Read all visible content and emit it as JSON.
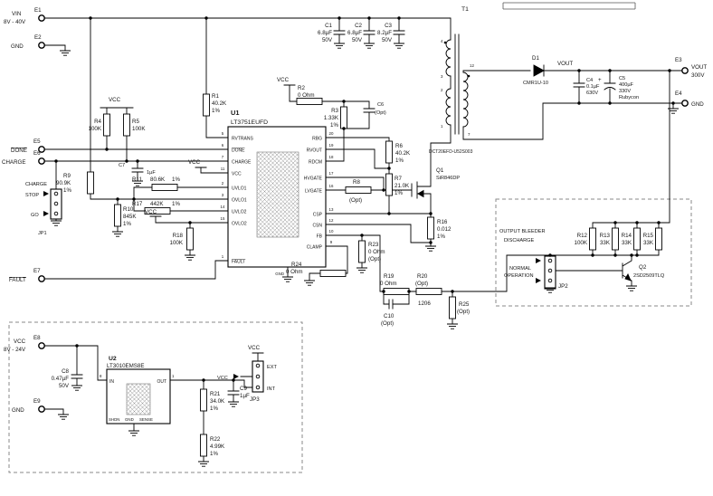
{
  "terminals": {
    "e1": {
      "ref": "E1",
      "name": "VIN",
      "value": "8V - 40V"
    },
    "e2": {
      "ref": "E2",
      "name": "GND"
    },
    "e3": {
      "ref": "E3",
      "name": "VOUT",
      "value": "300V"
    },
    "e4": {
      "ref": "E4",
      "name": "GND"
    },
    "e5": {
      "ref": "E5",
      "name": "DONE"
    },
    "e6": {
      "ref": "E6",
      "name": "CHARGE"
    },
    "e7": {
      "ref": "E7",
      "name": "FAULT"
    },
    "e8": {
      "ref": "E8",
      "name": "VCC",
      "value": "8V - 24V"
    },
    "e9": {
      "ref": "E9",
      "name": "GND"
    }
  },
  "nets": {
    "vcc": "VCC",
    "vout": "VOUT"
  },
  "u1": {
    "ref": "U1",
    "part": "LT3751EUFD",
    "gnd": "GND",
    "pins_left": [
      {
        "num": "5",
        "name": "RVTRANS"
      },
      {
        "num": "6",
        "name": "DONE"
      },
      {
        "num": "7",
        "name": "CHARGE"
      },
      {
        "num": "11",
        "name": "VCC"
      },
      {
        "num": "2",
        "name": "UVLO1"
      },
      {
        "num": "3",
        "name": "OVLO1"
      },
      {
        "num": "14",
        "name": "UVLO2"
      },
      {
        "num": "15",
        "name": "OVLO2"
      },
      {
        "num": "1",
        "name": "FAULT"
      }
    ],
    "pins_right": [
      {
        "num": "20",
        "name": "RBG"
      },
      {
        "num": "19",
        "name": "RVOUT"
      },
      {
        "num": "18",
        "name": "RDCM"
      },
      {
        "num": "17",
        "name": "HVGATE"
      },
      {
        "num": "16",
        "name": "LVGATE"
      },
      {
        "num": "13",
        "name": "CSP"
      },
      {
        "num": "12",
        "name": "CSN"
      },
      {
        "num": "10",
        "name": "FB"
      },
      {
        "num": "9",
        "name": "CLAMP"
      }
    ]
  },
  "u2": {
    "ref": "U2",
    "part": "LT3010EMS8E",
    "pin_in": "IN",
    "pin_out": "OUT",
    "num_in": "8",
    "num_out": "1",
    "pin_shdn": "SHDN",
    "pin_gnd": "GND",
    "pin_sense": "SENSE"
  },
  "t1": {
    "ref": "T1",
    "part": "DCT20EFD-U52S003",
    "n4": "4",
    "n3": "3",
    "n2": "2",
    "n1": "1",
    "n12": "12",
    "n7": "7"
  },
  "d1": {
    "ref": "D1",
    "part": "CMR1U-10"
  },
  "q1": {
    "ref": "Q1",
    "part": "SiR846DP"
  },
  "q2": {
    "ref": "Q2",
    "part": "2SD2509TLQ"
  },
  "resistors": {
    "r1": {
      "ref": "R1",
      "value": "40.2K",
      "tol": "1%"
    },
    "r2": {
      "ref": "R2",
      "value": "0 Ohm"
    },
    "r3": {
      "ref": "R3",
      "value": "1.33K",
      "tol": "1%"
    },
    "r4": {
      "ref": "R4",
      "value": "100K"
    },
    "r5": {
      "ref": "R5",
      "value": "100K"
    },
    "r6": {
      "ref": "R6",
      "value": "40.2K",
      "tol": "1%"
    },
    "r7": {
      "ref": "R7",
      "value": "21.0K",
      "tol": "1%"
    },
    "r8": {
      "ref": "R8",
      "value": "(Opt)"
    },
    "r9": {
      "ref": "R9",
      "value": "90.9K",
      "tol": "1%"
    },
    "r10": {
      "ref": "R10",
      "value": "845K",
      "tol": "1%"
    },
    "r11": {
      "ref": "R11",
      "value": "80.6K",
      "tol": "1%"
    },
    "r12": {
      "ref": "R12",
      "value": "100K"
    },
    "r13": {
      "ref": "R13",
      "value": "33K"
    },
    "r14": {
      "ref": "R14",
      "value": "33K"
    },
    "r15": {
      "ref": "R15",
      "value": "33K"
    },
    "r16": {
      "ref": "R16",
      "value": "0.012",
      "tol": "1%"
    },
    "r17": {
      "ref": "R17",
      "value": "442K",
      "tol": "1%"
    },
    "r18": {
      "ref": "R18",
      "value": "100K"
    },
    "r19": {
      "ref": "R19",
      "value": "0 Ohm"
    },
    "r20": {
      "ref": "R20",
      "value": "(Opt)",
      "size": "1206"
    },
    "r21": {
      "ref": "R21",
      "value": "34.0K",
      "tol": "1%"
    },
    "r22": {
      "ref": "R22",
      "value": "4.99K",
      "tol": "1%"
    },
    "r23": {
      "ref": "R23",
      "value": "0 Ohm",
      "opt": "(Opt)"
    },
    "r24": {
      "ref": "R24",
      "value": "0 Ohm"
    },
    "r25": {
      "ref": "R25",
      "value": "(Opt)"
    }
  },
  "capacitors": {
    "c1": {
      "ref": "C1",
      "value": "6.8µF",
      "volt": "50V"
    },
    "c2": {
      "ref": "C2",
      "value": "6.8µF",
      "volt": "50V"
    },
    "c3": {
      "ref": "C3",
      "value": "8.2µF",
      "volt": "50V"
    },
    "c4": {
      "ref": "C4",
      "value": "0.1µF",
      "volt": "630V"
    },
    "c5": {
      "ref": "C5",
      "value": "400µF",
      "volt": "330V",
      "brand": "Rubycon",
      "plus": "+"
    },
    "c6": {
      "ref": "C6",
      "opt": "(Opt)"
    },
    "c7": {
      "ref": "C7",
      "value": "1µF"
    },
    "c8": {
      "ref": "C8",
      "value": "0.47µF",
      "volt": "50V"
    },
    "c9": {
      "ref": "C9",
      "value": "1µF"
    },
    "c10": {
      "ref": "C10",
      "opt": "(Opt)"
    }
  },
  "jumpers": {
    "jp1": {
      "ref": "JP1",
      "title": "CHARGE",
      "pos1": "STOP",
      "pos2": "GO"
    },
    "jp2": {
      "ref": "JP2",
      "title1": "OUTPUT BLEEDER",
      "pos1": "DISCHARGE",
      "pos2a": "NORMAL",
      "pos2b": "OPERATION"
    },
    "jp3": {
      "ref": "JP3",
      "pos1": "EXT",
      "pos2": "INT",
      "mid": "VCC"
    }
  }
}
